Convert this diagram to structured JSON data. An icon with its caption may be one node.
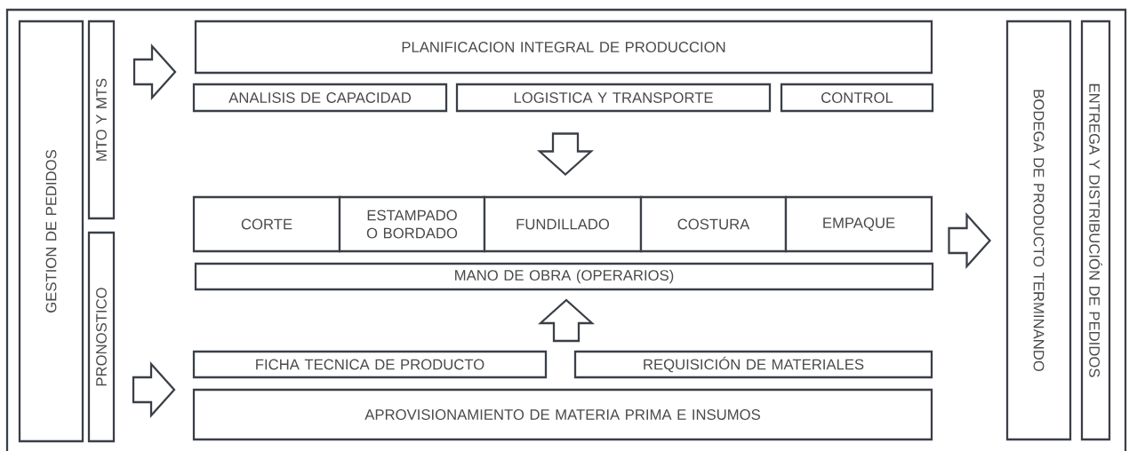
{
  "diagram": {
    "nodes": [
      {
        "text": [
          "GESTION DE PEDIDOS"
        ]
      },
      {
        "text": [
          "MTO Y MTS"
        ]
      },
      {
        "text": [
          "PRONOSTICO"
        ]
      },
      {
        "text": [
          "PLANIFICACION INTEGRAL DE PRODUCCION"
        ]
      },
      {
        "text": [
          "ANALISIS DE CAPACIDAD"
        ]
      },
      {
        "text": [
          "LOGISTICA Y TRANSPORTE"
        ]
      },
      {
        "text": [
          "CONTROL"
        ]
      },
      {
        "text": [
          "CORTE"
        ]
      },
      {
        "text": [
          "ESTAMPADO O BORDADO"
        ]
      },
      {
        "text": [
          "FUNDILLADO"
        ]
      },
      {
        "text": [
          "COSTURA"
        ]
      },
      {
        "text": [
          "EMPAQUE"
        ]
      },
      {
        "text": [
          "MANO DE OBRA (OPERARIOS)"
        ]
      },
      {
        "text": [
          "FICHA TECNICA DE PRODUCTO"
        ]
      },
      {
        "text": [
          "REQUISICIÓN DE MATERIALES"
        ]
      },
      {
        "text": [
          "APROVISIONAMIENTO DE MATERIA PRIMA E INSUMOS"
        ]
      },
      {
        "text": [
          "BODEGA DE PRODUCTO TERMINANDO"
        ]
      },
      {
        "text": [
          "ENTREGA Y DISTRIBUCIÓN DE PEDIDOS"
        ]
      }
    ],
    "edges": [
      {
        "from": 1,
        "to": 3,
        "arrow": "to"
      },
      {
        "from": 5,
        "to": 9,
        "arrow": "to"
      },
      {
        "from": 14,
        "to": 12,
        "arrow": "to"
      },
      {
        "from": 2,
        "to": 15,
        "arrow": "to"
      },
      {
        "from": 11,
        "to": 16,
        "arrow": "to"
      }
    ]
  }
}
